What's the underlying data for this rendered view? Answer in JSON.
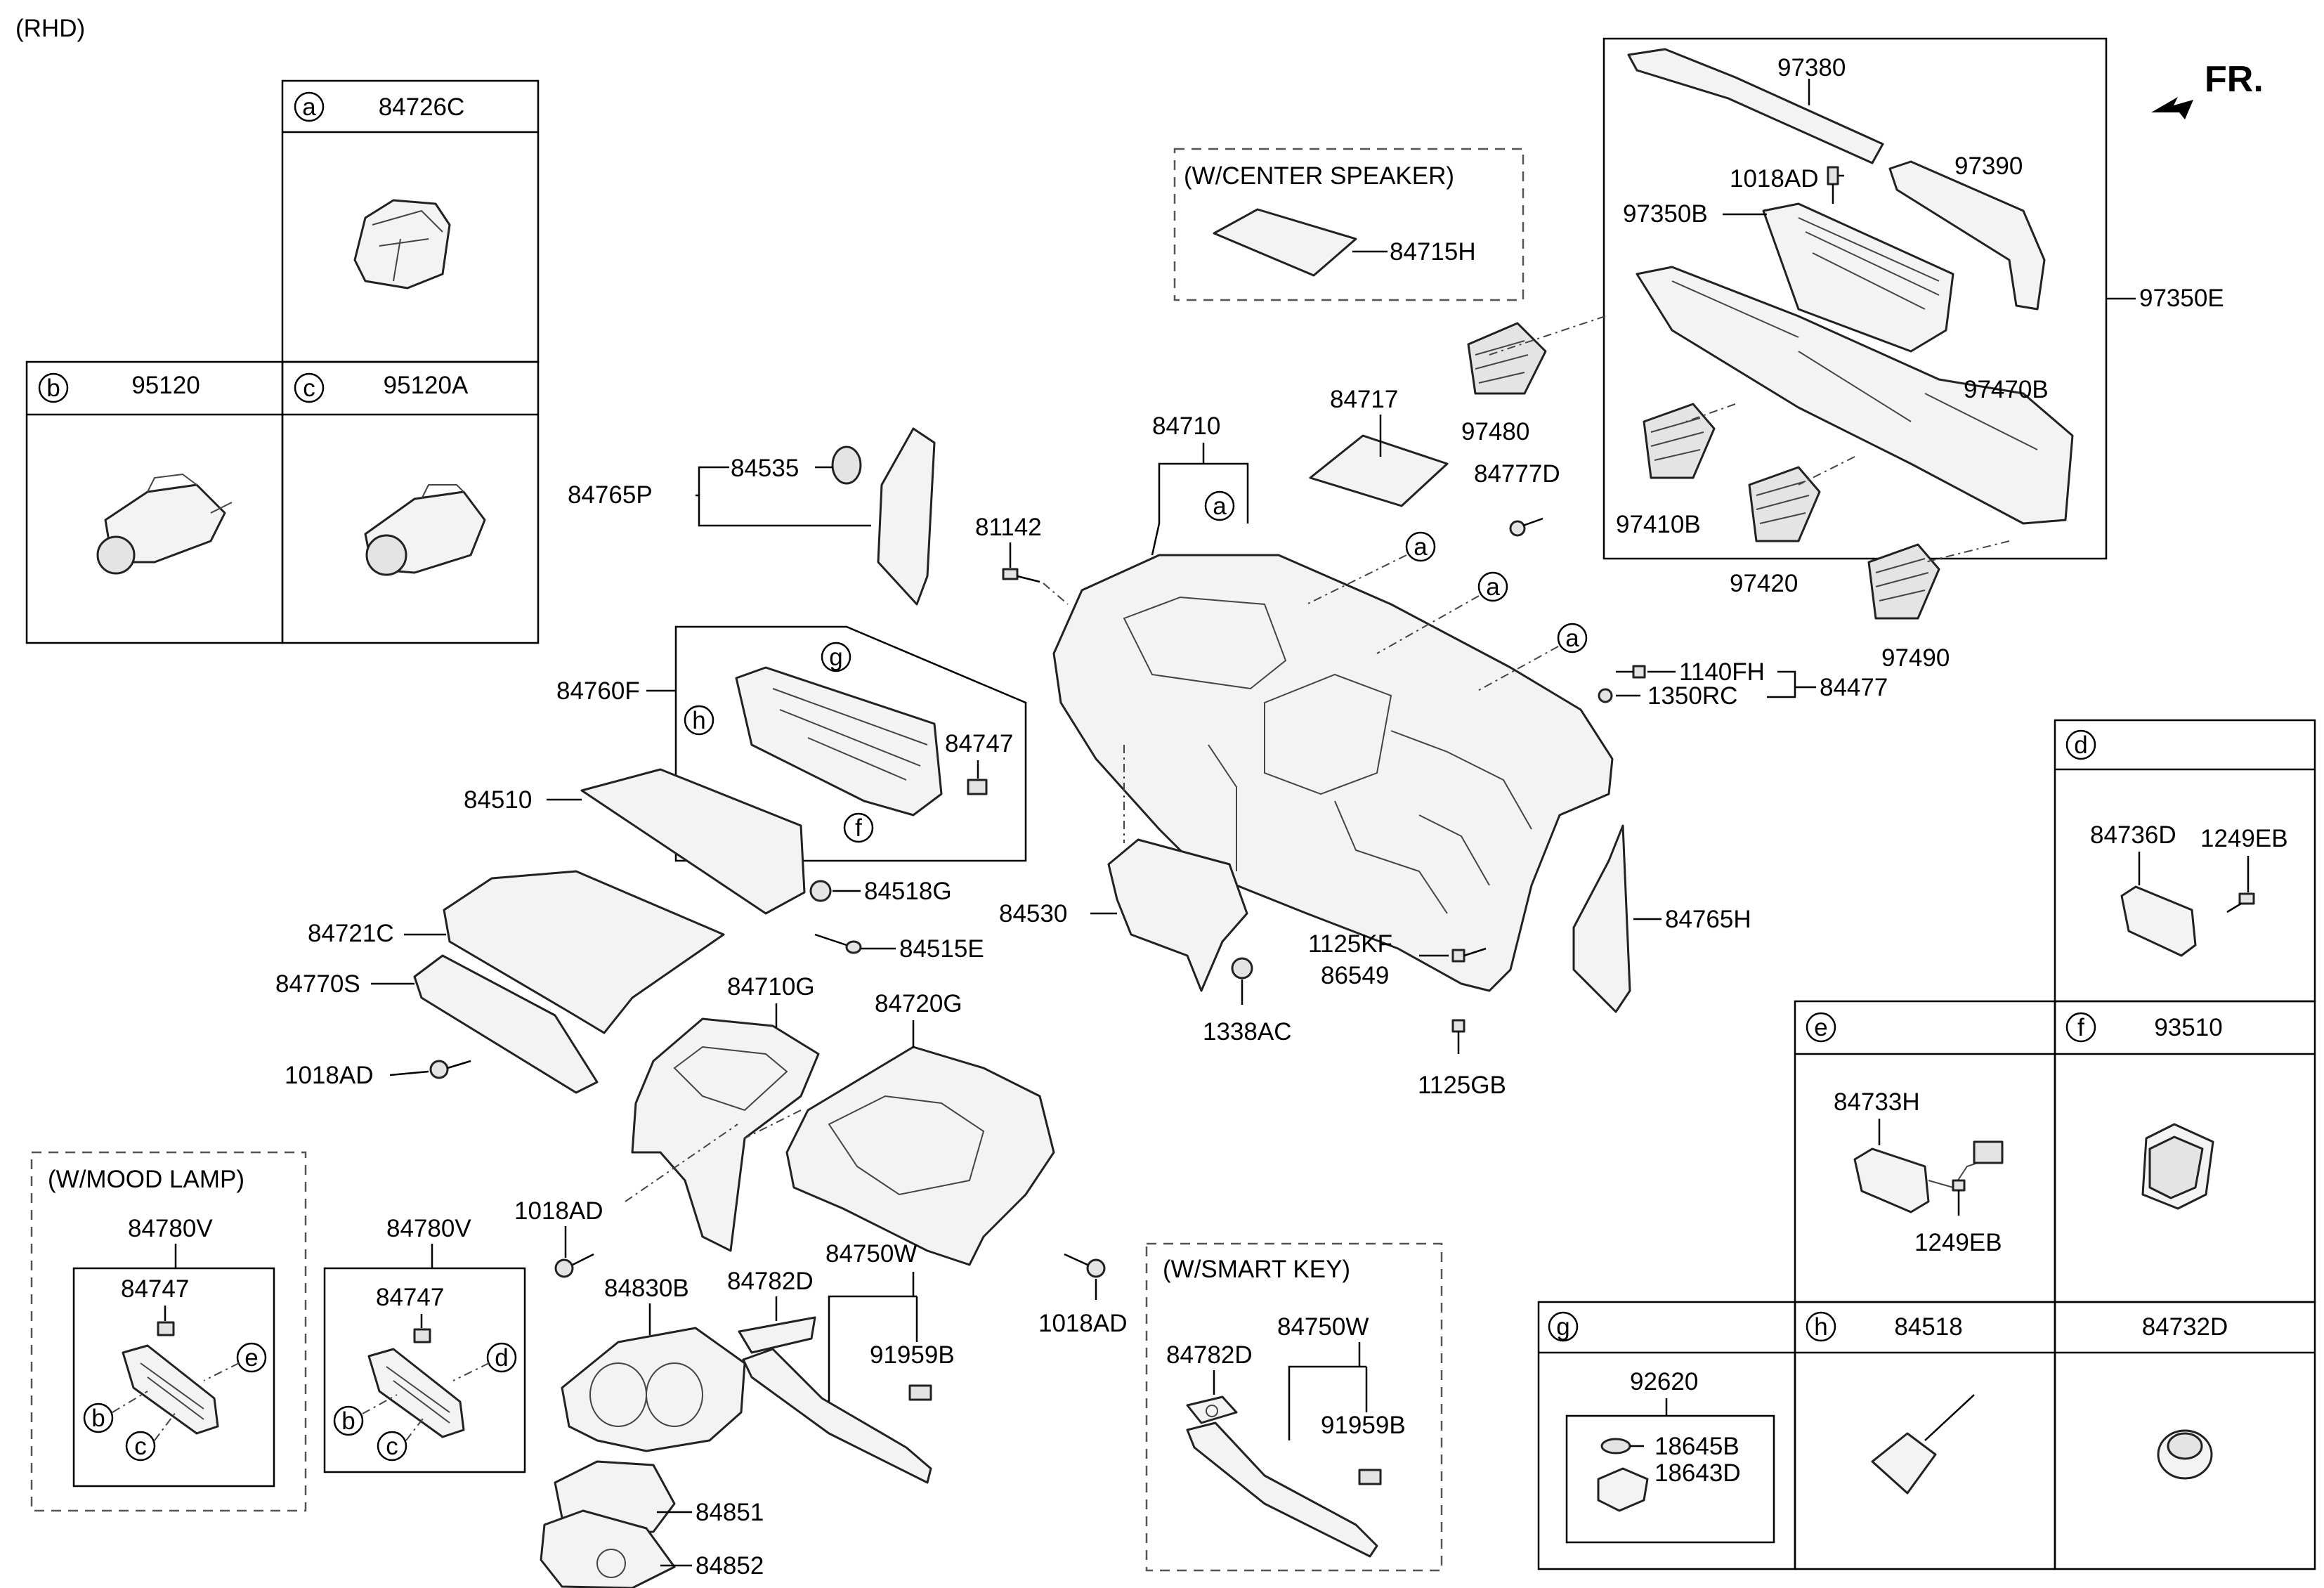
{
  "header": {
    "variant": "(RHD)",
    "front": "FR."
  },
  "boxes": {
    "a": {
      "letter": "a",
      "part": "84726C"
    },
    "b": {
      "letter": "b",
      "part": "95120"
    },
    "c": {
      "letter": "c",
      "part": "95120A"
    },
    "d": {
      "letter": "d",
      "parts": [
        "84736D",
        "1249EB"
      ]
    },
    "e": {
      "letter": "e",
      "parts": [
        "84733H",
        "1249EB"
      ]
    },
    "f": {
      "letter": "f",
      "part": "93510"
    },
    "g": {
      "letter": "g",
      "parts": [
        "92620",
        "18645B",
        "18643D"
      ]
    },
    "h": {
      "letter": "h",
      "part": "84518"
    },
    "i": {
      "part": "84732D"
    }
  },
  "options": {
    "center_speaker": {
      "title": "(W/CENTER SPEAKER)",
      "part": "84715H"
    },
    "mood_lamp": {
      "title": "(W/MOOD LAMP)",
      "assembly": "84780V",
      "part": "84747",
      "callouts": [
        "e",
        "b",
        "c"
      ]
    },
    "plain": {
      "assembly": "84780V",
      "part": "84747",
      "callouts": [
        "d",
        "b",
        "c"
      ]
    },
    "smart_key": {
      "title": "(W/SMART KEY)",
      "parts": [
        "84750W",
        "84782D",
        "91959B"
      ]
    }
  },
  "duct": {
    "parts": [
      "97380",
      "1018AD",
      "97390",
      "97350B",
      "97350E",
      "97470B",
      "97480",
      "84777D",
      "97410B",
      "97420",
      "97490"
    ]
  },
  "main": {
    "labels": [
      "84717",
      "84710",
      "84765P",
      "84535",
      "81142",
      "84760F",
      "84747",
      "84510",
      "84518G",
      "84721C",
      "84515E",
      "84770S",
      "1018AD",
      "84530",
      "1338AC",
      "1140FH",
      "1350RC",
      "84477",
      "1125KF",
      "86549",
      "84765H",
      "1125GB",
      "84710G",
      "84720G",
      "1018AD",
      "84782D",
      "84750W",
      "84830B",
      "91959B",
      "1018AD",
      "84851",
      "84852"
    ],
    "callouts": [
      "a",
      "a",
      "a",
      "a",
      "g",
      "h",
      "f"
    ]
  }
}
